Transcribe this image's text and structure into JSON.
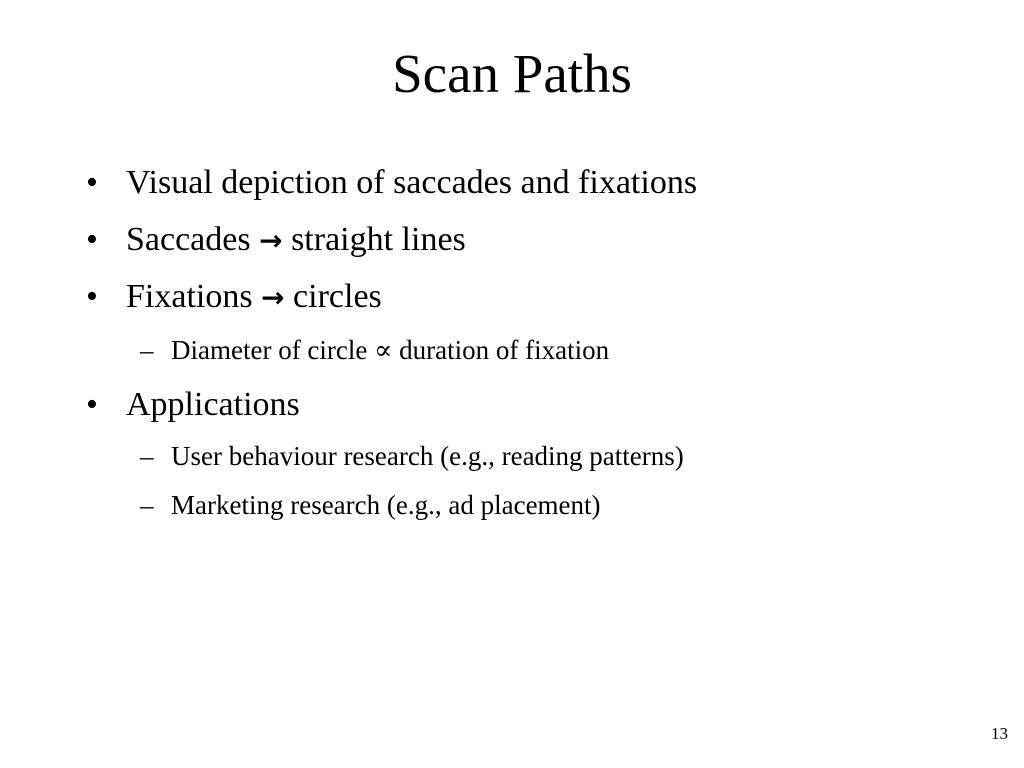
{
  "slide": {
    "title": "Scan Paths",
    "page_number": "13",
    "bullet_glyph": "•",
    "dash_glyph": "–",
    "items": [
      {
        "text": "Visual depiction of saccades and fixations"
      },
      {
        "pre": "Saccades",
        "arrow": "→",
        "post": "straight lines"
      },
      {
        "pre": "Fixations",
        "arrow": "→",
        "post": "circles"
      },
      {
        "pre": "Diameter of circle",
        "symbol": "∝",
        "post": "duration of fixation"
      },
      {
        "text": "Applications"
      },
      {
        "text": "User behaviour research (e.g., reading patterns)"
      },
      {
        "text": "Marketing research (e.g., ad placement)"
      }
    ]
  }
}
